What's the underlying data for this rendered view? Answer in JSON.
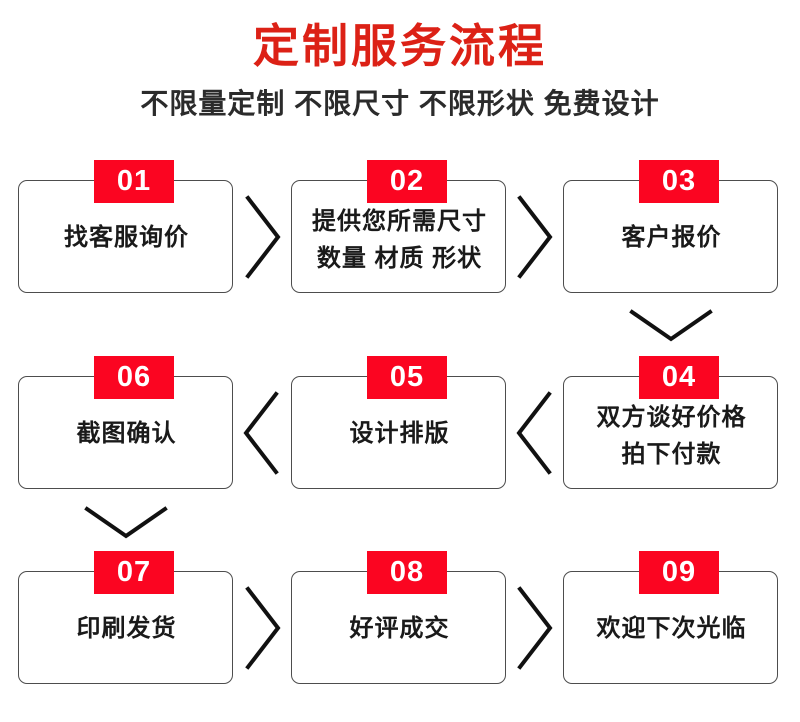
{
  "header": {
    "title": "定制服务流程",
    "subtitle": "不限量定制 不限尺寸 不限形状 免费设计",
    "title_color": "#dc2116",
    "subtitle_color": "#2b2b2b"
  },
  "theme": {
    "badge_color": "#fb0521",
    "badge_text_color": "#ffffff",
    "box_border_color": "#4d4d4d",
    "box_background": "#ffffff",
    "step_text_color": "#1a1a1a",
    "connector_color": "#111111",
    "page_background": "#ffffff"
  },
  "steps": [
    {
      "number": "01",
      "lines": [
        "找客服询价"
      ]
    },
    {
      "number": "02",
      "lines": [
        "提供您所需尺寸",
        "数量 材质 形状"
      ]
    },
    {
      "number": "03",
      "lines": [
        "客户报价"
      ]
    },
    {
      "number": "04",
      "lines": [
        "双方谈好价格",
        "拍下付款"
      ]
    },
    {
      "number": "05",
      "lines": [
        "设计排版"
      ]
    },
    {
      "number": "06",
      "lines": [
        "截图确认"
      ]
    },
    {
      "number": "07",
      "lines": [
        "印刷发货"
      ]
    },
    {
      "number": "08",
      "lines": [
        "好评成交"
      ]
    },
    {
      "number": "09",
      "lines": [
        "欢迎下次光临"
      ]
    }
  ],
  "step_text": {
    "s1_l1": "找客服询价",
    "s2_l1": "提供您所需尺寸",
    "s2_l2": "数量 材质 形状",
    "s3_l1": "客户报价",
    "s4_l1": "双方谈好价格",
    "s4_l2": "拍下付款",
    "s5_l1": "设计排版",
    "s6_l1": "截图确认",
    "s7_l1": "印刷发货",
    "s8_l1": "好评成交",
    "s9_l1": "欢迎下次光临"
  },
  "badges": {
    "b1": "01",
    "b2": "02",
    "b3": "03",
    "b4": "04",
    "b5": "05",
    "b6": "06",
    "b7": "07",
    "b8": "08",
    "b9": "09"
  },
  "connectors": [
    {
      "id": "c-01-02",
      "direction": "right",
      "from": "01",
      "to": "02"
    },
    {
      "id": "c-02-03",
      "direction": "right",
      "from": "02",
      "to": "03"
    },
    {
      "id": "c-03-04",
      "direction": "down",
      "from": "03",
      "to": "04"
    },
    {
      "id": "c-04-05",
      "direction": "left",
      "from": "04",
      "to": "05"
    },
    {
      "id": "c-05-06",
      "direction": "left",
      "from": "05",
      "to": "06"
    },
    {
      "id": "c-06-07",
      "direction": "down",
      "from": "06",
      "to": "07"
    },
    {
      "id": "c-07-08",
      "direction": "right",
      "from": "07",
      "to": "08"
    },
    {
      "id": "c-08-09",
      "direction": "right",
      "from": "08",
      "to": "09"
    }
  ]
}
